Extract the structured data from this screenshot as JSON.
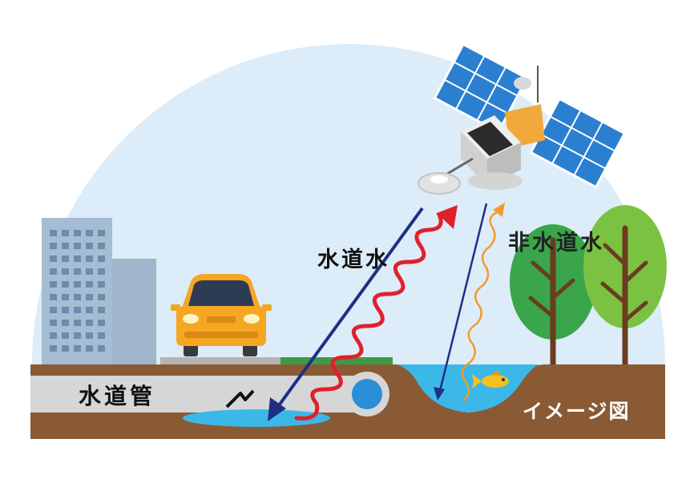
{
  "labels": {
    "tap_water": "水道水",
    "non_tap_water": "非水道水",
    "water_pipe": "水道管",
    "image_note": "イメージ図"
  },
  "colors": {
    "sky": "#dcecf8",
    "ground": "#8a5a35",
    "water": "#3bb8e8",
    "incoming_signal": "#1f2f86",
    "reflected_signal_tap": "#e0202b",
    "reflected_signal_nontap": "#f29a2e",
    "solar_panel": "#2b7fd0",
    "car": "#f5a623",
    "tree": "#3aa54a",
    "building": "#9fb6cc"
  },
  "icons": [
    "satellite-icon",
    "car-icon",
    "building-icon",
    "tree-icon",
    "fish-icon",
    "leak-crack-icon"
  ]
}
